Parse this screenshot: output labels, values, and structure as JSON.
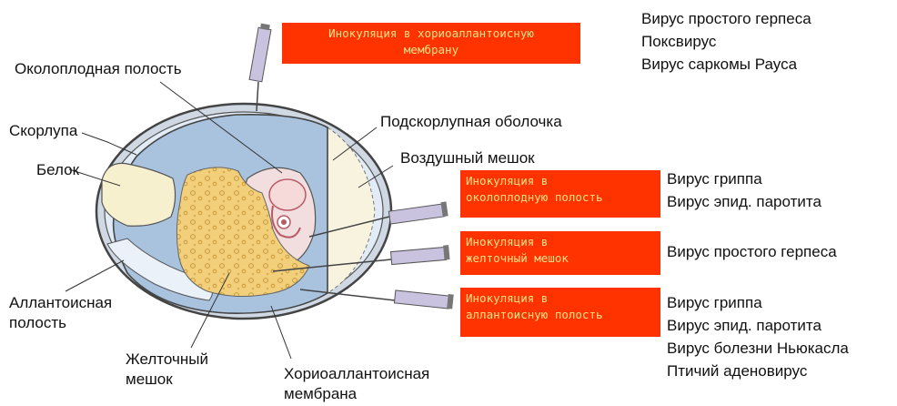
{
  "labels": {
    "amniotic_cavity": "Околоплодная полость",
    "shell": "Скорлупа",
    "albumen": "Белок",
    "allantoic_cavity": [
      "Аллантоисная",
      "полость"
    ],
    "yolk_sac": [
      "Желточный",
      "мешок"
    ],
    "chorioallantoic_membrane": [
      "Хориоаллантоисная",
      "мембрана"
    ],
    "shell_membrane": "Подскорлупная оболочка",
    "air_sac": "Воздушный мешок"
  },
  "inoculations": [
    {
      "lines": [
        "Инокуляция в хориоаллантоисную",
        "мембрану"
      ],
      "viruses": [
        "Вирус простого герпеса",
        "Поксвирус",
        "Вирус саркомы Рауса"
      ]
    },
    {
      "lines": [
        "Инокуляция в",
        "околоплодную полость"
      ],
      "viruses": [
        "Вирус гриппа",
        "Вирус эпид. паротита"
      ]
    },
    {
      "lines": [
        "Инокуляция в",
        "желточный мешок"
      ],
      "viruses": [
        "Вирус простого герпеса"
      ]
    },
    {
      "lines": [
        "Инокуляция в",
        "аллантоисную полость"
      ],
      "viruses": [
        "Вирус гриппа",
        "Вирус эпид. паротита",
        "Вирус болезни Ньюкасла",
        "Птичий аденовирус"
      ]
    }
  ],
  "colors": {
    "box_bg": "#ff3300",
    "box_text": "#ffe08a",
    "yolk": "#f2cf7a",
    "membrane_blue": "#a9c3df",
    "albumen": "#f6f0cf"
  }
}
